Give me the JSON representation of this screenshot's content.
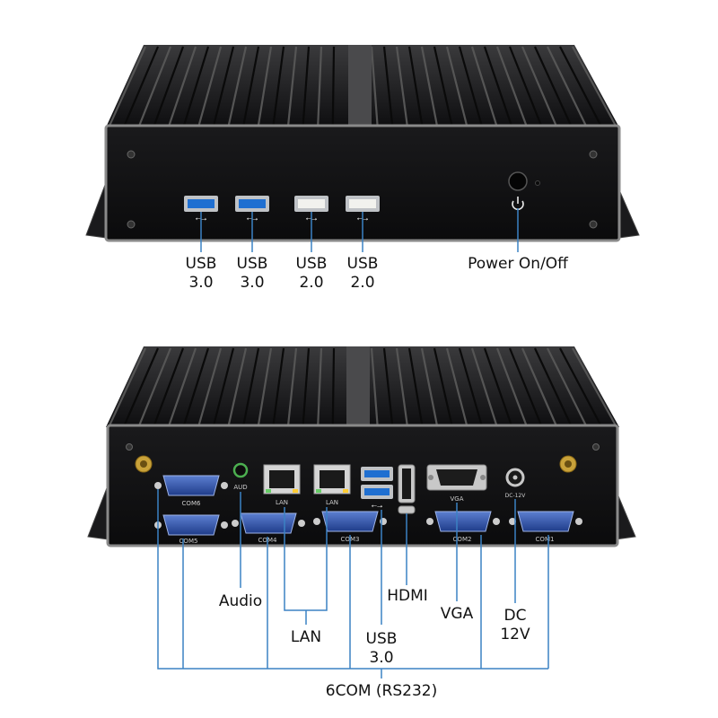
{
  "front": {
    "labels": [
      {
        "line1": "USB",
        "line2": "3.0"
      },
      {
        "line1": "USB",
        "line2": "3.0"
      },
      {
        "line1": "USB",
        "line2": "2.0"
      },
      {
        "line1": "USB",
        "line2": "2.0"
      }
    ],
    "power_label": "Power On/Off"
  },
  "rear": {
    "port_prints": {
      "com6": "COM6",
      "com5": "COM5",
      "com4": "COM4",
      "com3": "COM3",
      "com2": "COM2",
      "com1": "COM1",
      "aud": "AUD",
      "lan1": "LAN",
      "lan2": "LAN",
      "vga": "VGA",
      "dc": "DC-12V"
    },
    "callouts": {
      "audio": "Audio",
      "lan": "LAN",
      "usb": {
        "line1": "USB",
        "line2": "3.0"
      },
      "hdmi": "HDMI",
      "vga": "VGA",
      "dc": {
        "line1": "DC",
        "line2": "12V"
      },
      "com": "6COM (RS232)"
    }
  },
  "colors": {
    "chassis": "#121214",
    "fins": "#2a2a2c",
    "usb3_blue": "#1f6fd1",
    "com_blue": "#2a4fa8",
    "leader_line": "#3b82c4",
    "port_metal": "#c8c8c8"
  }
}
